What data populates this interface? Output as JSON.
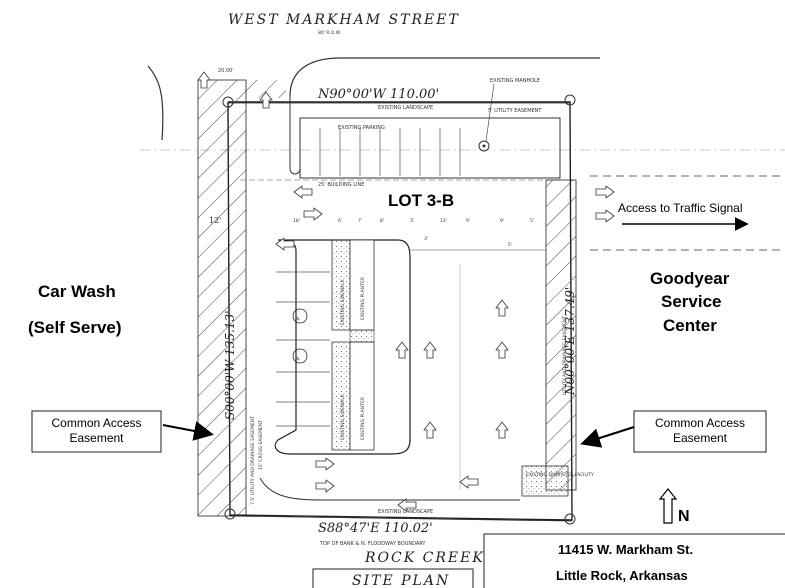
{
  "street_name": "WEST MARKHAM STREET",
  "row_note": "80' R.O.W.",
  "lot_label": "LOT 3-B",
  "north_dim": "N90°00'W    110.00'",
  "south_dim": "S88°47'E    110.02'",
  "west_dim": "S00°00'W    135.13'",
  "east_dim": "N00°00'E    137.49'",
  "existing_manhole": "EXISTING MANHOLE",
  "existing_landscape_top": "EXISTING LANDSCAPE",
  "utility_easement_top": "5' UTILITY EASEMENT",
  "existing_parking": "EXISTING PARKING",
  "building_line": "25' BUILDING LINE",
  "existing_landscape_bottom": "EXISTING LANDSCAPE",
  "floodway_note": "TOP OF BANK & N. FLOODWAY BOUNDARY",
  "rock_creek": "ROCK CREEK",
  "site_plan": "SITE PLAN",
  "car_wash_line1": "Car Wash",
  "car_wash_line2": "(Self Serve)",
  "goodyear_line1": "Goodyear",
  "goodyear_line2": "Service",
  "goodyear_line3": "Center",
  "access_signal": "Access to Traffic Signal",
  "common_access_left": "Common Access Easement",
  "common_access_right": "Common Access Easement",
  "north_label": "N",
  "address_line1": "11415 W. Markham St.",
  "address_line2": "Little Rock, Arkansas",
  "planter_label": "EXISTING PLANTER",
  "sidewalk_label": "EXISTING SIDEWALK",
  "util_drain_west": "7.5' UTILITY AND DRAINAGE EASEMENT",
  "util_drain_east": "UTILITY AND DRAINAGE EASEMENT",
  "cross_easement": "15' CROSS EASEMENT",
  "dumpster": "EXISTING DUMPSTER FACILITY"
}
